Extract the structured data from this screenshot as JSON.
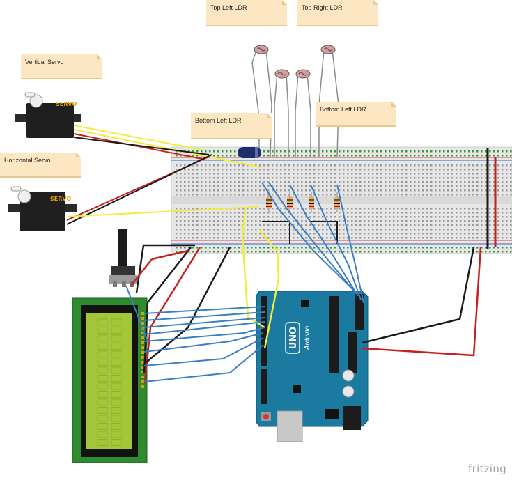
{
  "labels": {
    "top_left_ldr": "Top Left LDR",
    "top_right_ldr": "Top Right LDR",
    "bottom_left_ldr_1": "Bottom Left LDR",
    "bottom_left_ldr_2": "Bottom Left LDR",
    "vertical_servo": "Vertical Servo",
    "horizontal_servo": "Horizontal Servo"
  },
  "parts": {
    "servo_text": "SERVO",
    "arduino_brand": "UNO",
    "arduino_sub": "Arduino"
  },
  "watermark": "fritzing",
  "colors": {
    "wire_yellow": "#f2ec3a",
    "wire_red": "#c8201f",
    "wire_black": "#1a1a1a",
    "wire_blue": "#3a7fc4",
    "wire_gray": "#8c8c8c",
    "arduino_board": "#1a7aa0",
    "lcd_pcb": "#2e8b2e",
    "lcd_screen": "#a4c639",
    "note_bg": "#fde7c2"
  }
}
